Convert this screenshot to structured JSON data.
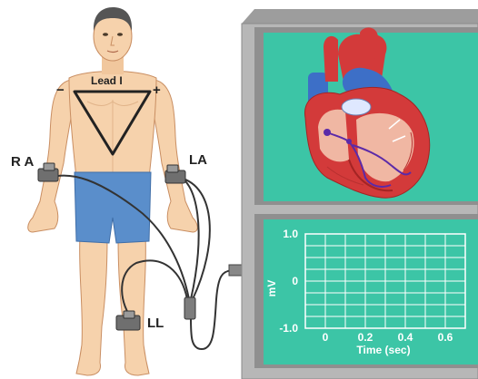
{
  "labels": {
    "lead": "Lead I",
    "minus": "−",
    "plus": "+",
    "ra": "R A",
    "la": "LA",
    "ll": "LL"
  },
  "chart_data": {
    "type": "line",
    "xlabel": "Time (sec)",
    "ylabel": "mV",
    "x_ticks": [
      "0",
      "0.2",
      "0.4",
      "0.6"
    ],
    "y_ticks": [
      "1.0",
      "0",
      "-1.0"
    ],
    "xlim": [
      -0.1,
      0.7
    ],
    "ylim": [
      -1.0,
      1.0
    ],
    "grid": true,
    "series": []
  },
  "colors": {
    "skin": "#f6d2ac",
    "shorts": "#5a8ecb",
    "screen": "#3cc5a6",
    "monitor": "#b7b7b7",
    "heart_red": "#d33a3a",
    "vessel_blue": "#3d6fc7"
  }
}
